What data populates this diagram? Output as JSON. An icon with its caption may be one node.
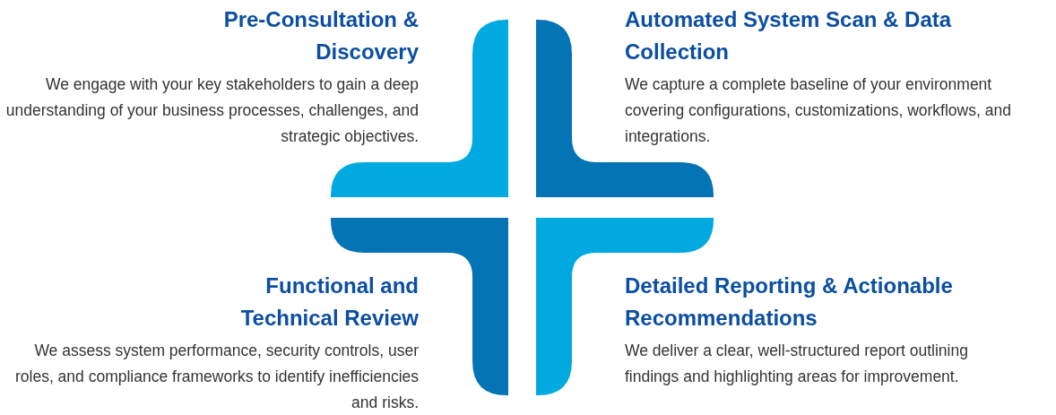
{
  "diagram": {
    "nodes": [
      {
        "text": [],
        "shape": "quarter",
        "beside": [
          "Pre-Consultation & Discovery",
          "We engage with your key stakeholders to gain a deep understanding of your business processes, challenges, and strategic objectives."
        ]
      },
      {
        "text": [],
        "shape": "quarter",
        "beside": [
          "Automated System Scan & Data Collection",
          "We capture a complete baseline of your environment covering configurations, customizations, workflows, and integrations."
        ]
      },
      {
        "text": [],
        "shape": "quarter",
        "beside": [
          "Functional and Technical Review",
          "We assess system performance, security controls, user roles, and compliance frameworks to identify inefficiencies and risks."
        ]
      },
      {
        "text": [],
        "shape": "quarter",
        "beside": [
          "Detailed Reporting & Actionable Recommendations",
          "We deliver a clear, well-structured report outlining findings and highlighting areas for improvement."
        ]
      }
    ]
  }
}
